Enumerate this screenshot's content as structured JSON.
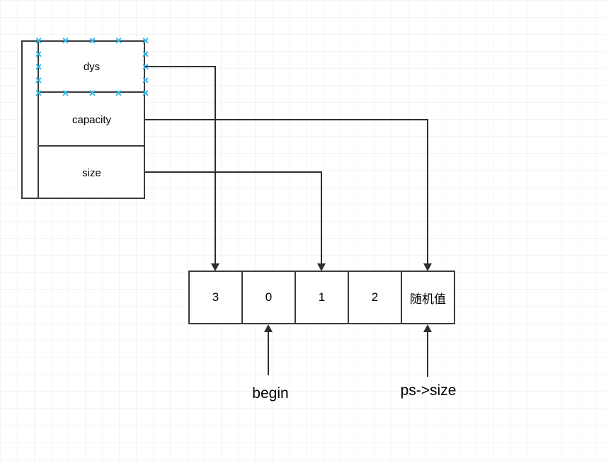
{
  "canvas": {
    "background": "#ffffff",
    "grid_color": "#f4f4f4"
  },
  "struct_box": {
    "rows": [
      {
        "label": "dys",
        "selected": true
      },
      {
        "label": "capacity",
        "selected": false
      },
      {
        "label": "size",
        "selected": false
      }
    ]
  },
  "array_box": {
    "cells": [
      {
        "value": "3"
      },
      {
        "value": "0"
      },
      {
        "value": "1"
      },
      {
        "value": "2"
      },
      {
        "value": "随机值"
      }
    ]
  },
  "pointer_labels": [
    {
      "label": "begin",
      "points_to_cell": 1
    },
    {
      "label": "ps->size",
      "points_to_cell": 4
    }
  ],
  "connectors": [
    {
      "from": "dys",
      "to_cell": 0
    },
    {
      "from": "capacity",
      "to_cell": 4
    },
    {
      "from": "size",
      "to_cell": 2
    }
  ],
  "colors": {
    "shape_stroke": "#3b3b3b",
    "connector_stroke": "#2e2e2e",
    "connection_point": "#29b6f2",
    "text": "#000000"
  }
}
